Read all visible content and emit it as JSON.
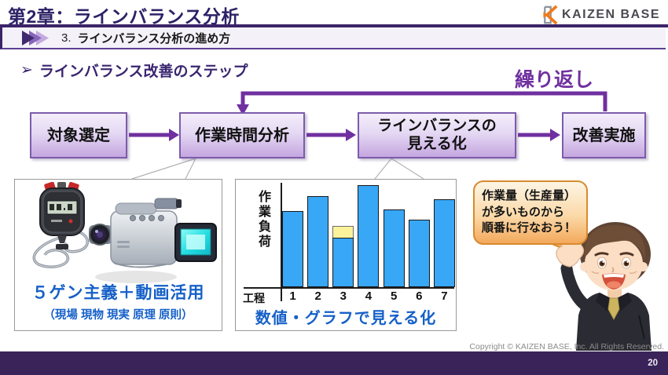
{
  "header": {
    "title": "第2章：ラインバランス分析",
    "logo_text": "KAIZEN BASE",
    "subheader": {
      "number": "3.",
      "label": "ラインバランス分析の進め方"
    }
  },
  "section": {
    "bullet": "➢",
    "title": "ラインバランス改善のステップ"
  },
  "flow": {
    "repeat_label": "繰り返し",
    "steps": [
      {
        "label": "対象選定"
      },
      {
        "label": "作業時間分析"
      },
      {
        "label": "ラインバランスの",
        "label2": "見える化"
      },
      {
        "label": "改善実施"
      }
    ]
  },
  "left_panel": {
    "illustrations": [
      "stopwatch",
      "video-camera"
    ],
    "title": "５ゲン主義＋動画活用",
    "subtitle": "（現場 現物 現実 原理 原則）"
  },
  "chart_panel": {
    "caption": "数値・グラフで見える化"
  },
  "chart_data": {
    "type": "bar",
    "title": "数値・グラフで見える化",
    "xlabel": "工程",
    "ylabel": "作業負荷",
    "categories": [
      "1",
      "2",
      "3",
      "4",
      "5",
      "6",
      "7"
    ],
    "series": [
      {
        "name": "main",
        "color": "#38a7f5",
        "values": [
          72,
          86,
          47,
          96,
          73,
          64,
          83
        ]
      },
      {
        "name": "highlight",
        "color": "#fbf39b",
        "values": [
          0,
          0,
          11,
          0,
          0,
          0,
          0
        ]
      }
    ],
    "ylim": [
      0,
      100
    ],
    "grid": false,
    "legend": false
  },
  "speech": {
    "lines": [
      "作業量（生産量）",
      "が多いものから",
      "順番に行なおう！"
    ]
  },
  "footer": {
    "copyright": "Copyright ©  KAIZEN BASE, Inc.  All Rights Reserved.",
    "page_number": "20"
  },
  "colors": {
    "accent_purple": "#7030a0",
    "title_navy": "#2d2166",
    "bar_blue": "#38a7f5",
    "highlight_yellow": "#fbf39b",
    "text_blue": "#1560c8",
    "bubble_orange": "#f3a95c"
  }
}
